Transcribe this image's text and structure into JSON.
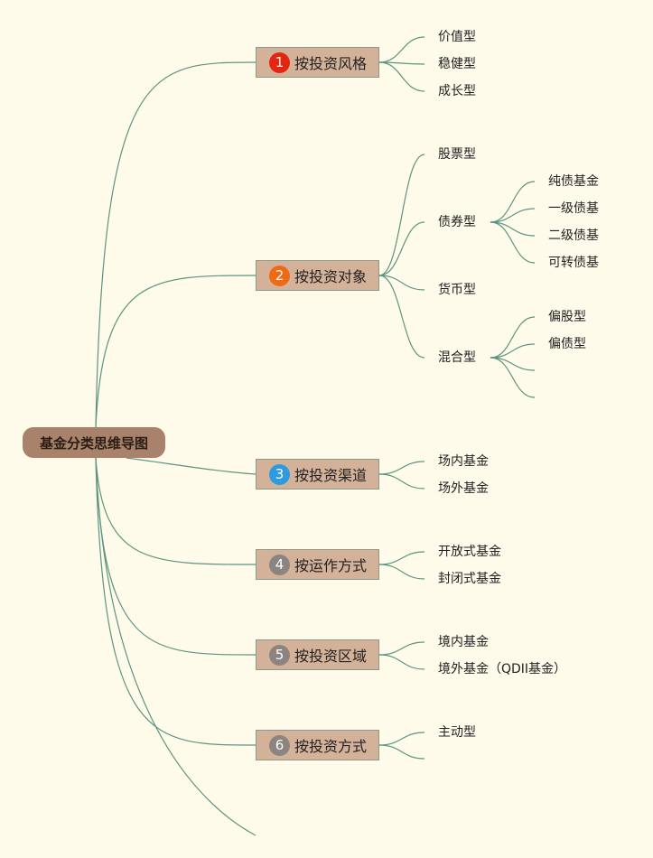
{
  "root": "基金分类思维导图",
  "colors": {
    "line": "#5d9480",
    "badge_red": "#e32612",
    "badge_orange": "#ee6a14",
    "badge_blue": "#2e9ae0",
    "badge_grey": "#8c8480"
  },
  "branches": [
    {
      "num": "1",
      "label": "按投资风格",
      "badge_color": "#e32612",
      "children": [
        "价值型",
        "稳健型",
        "成长型"
      ]
    },
    {
      "num": "2",
      "label": "按投资对象",
      "badge_color": "#ee6a14",
      "children": [
        "股票型",
        "债券型",
        "货币型",
        "混合型"
      ],
      "bond_children": [
        "纯债基金",
        "一级债基",
        "二级债基",
        "可转债基"
      ],
      "mixed_children": [
        "偏股型",
        "偏债型"
      ]
    },
    {
      "num": "3",
      "label": "按投资渠道",
      "badge_color": "#2e9ae0",
      "children": [
        "场内基金",
        "场外基金"
      ]
    },
    {
      "num": "4",
      "label": "按运作方式",
      "badge_color": "#8c8480",
      "children": [
        "开放式基金",
        "封闭式基金"
      ]
    },
    {
      "num": "5",
      "label": "按投资区域",
      "badge_color": "#8c8480",
      "children": [
        "境内基金",
        "境外基金（QDII基金）"
      ]
    },
    {
      "num": "6",
      "label": "按投资方式",
      "badge_color": "#8c8480",
      "children": [
        "主动型"
      ]
    }
  ]
}
